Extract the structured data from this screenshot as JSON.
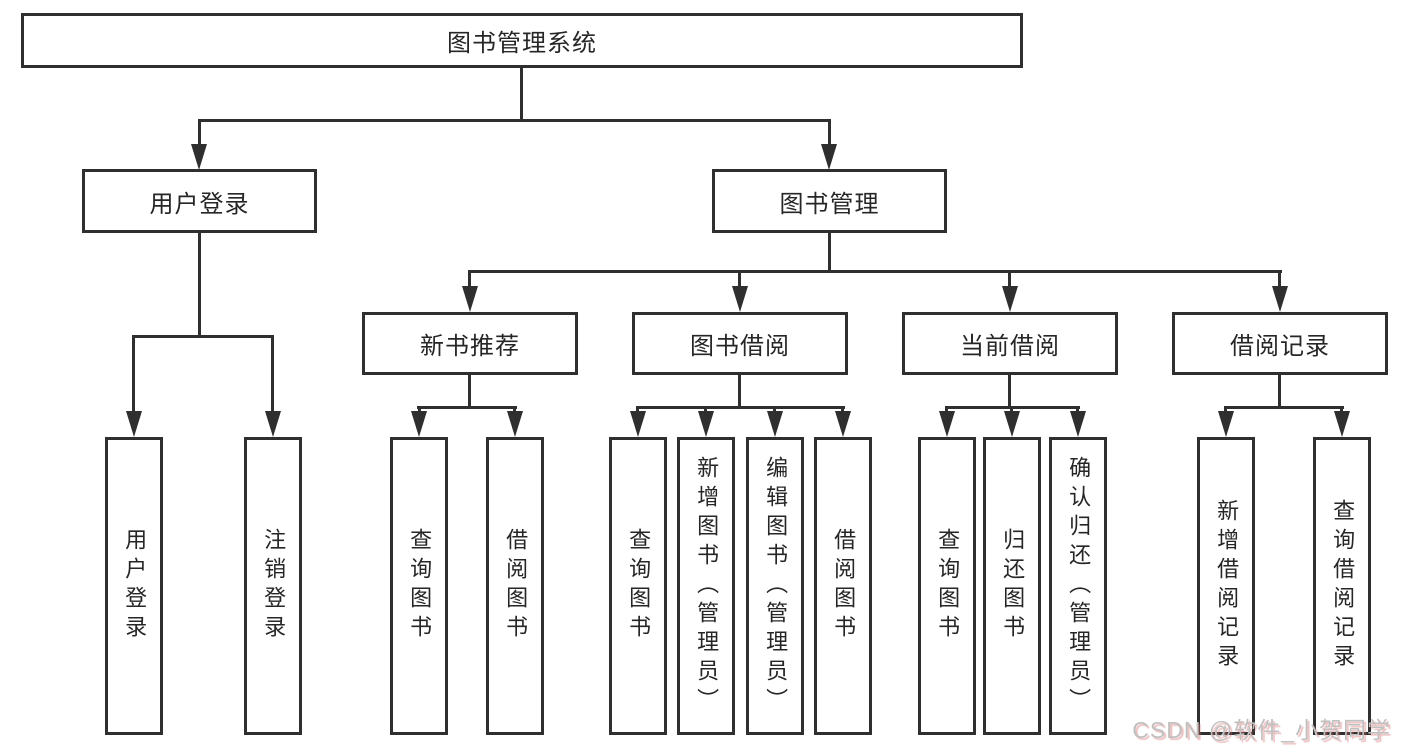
{
  "diagram": {
    "type": "hierarchy-tree",
    "tree": {
      "label": "图书管理系统",
      "children": [
        {
          "label": "用户登录",
          "children": [
            {
              "label": "用户登录"
            },
            {
              "label": "注销登录"
            }
          ]
        },
        {
          "label": "图书管理",
          "children": [
            {
              "label": "新书推荐",
              "children": [
                {
                  "label": "查询图书"
                },
                {
                  "label": "借阅图书"
                }
              ]
            },
            {
              "label": "图书借阅",
              "children": [
                {
                  "label": "查询图书"
                },
                {
                  "label": "新增图书（管理员）"
                },
                {
                  "label": "编辑图书（管理员）"
                },
                {
                  "label": "借阅图书"
                }
              ]
            },
            {
              "label": "当前借阅",
              "children": [
                {
                  "label": "查询图书"
                },
                {
                  "label": "归还图书"
                },
                {
                  "label": "确认归还（管理员）"
                }
              ]
            },
            {
              "label": "借阅记录",
              "children": [
                {
                  "label": "新增借阅记录"
                },
                {
                  "label": "查询借阅记录"
                }
              ]
            }
          ]
        }
      ]
    },
    "colors": {
      "line": "#2f2f2f",
      "text": "#262626",
      "background": "#ffffff",
      "watermark_gray": "#c1c0c0",
      "watermark_shadow": "#d66a6a"
    }
  },
  "watermark": {
    "text": "CSDN @软件_小贺同学"
  }
}
